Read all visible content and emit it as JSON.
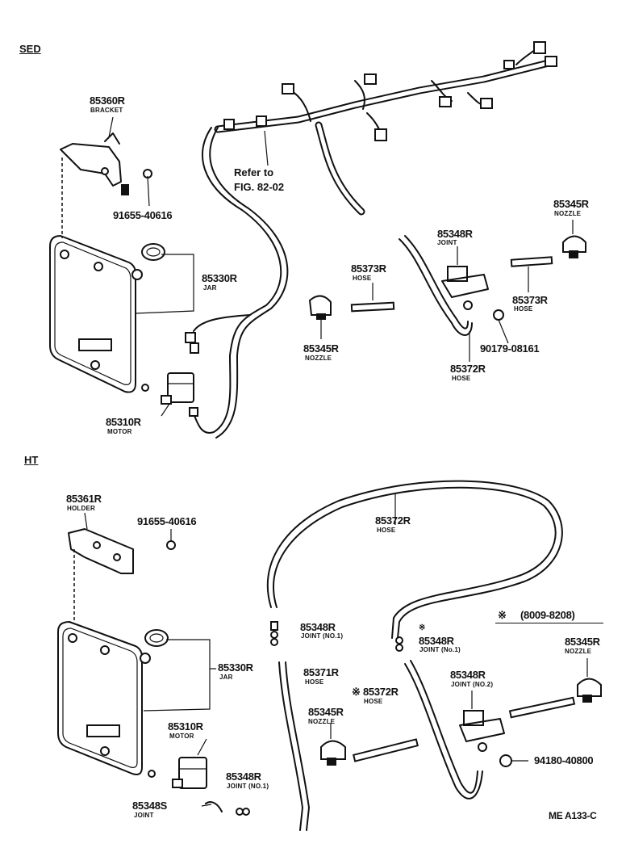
{
  "sections": {
    "sed": "SED",
    "ht": "HT"
  },
  "sed": {
    "bracket_pn": "85360R",
    "bracket_nm": "BRACKET",
    "bolt_pn": "91655-40616",
    "jar_pn": "85330R",
    "jar_nm": "JAR",
    "motor_pn": "85310R",
    "motor_nm": "MOTOR",
    "ref_line1": "Refer to",
    "ref_line2": "FIG. 82-02",
    "hose_a_pn": "85373R",
    "hose_a_nm": "HOSE",
    "nozzle_a_pn": "85345R",
    "nozzle_a_nm": "NOZZLE",
    "joint_pn": "85348R",
    "joint_nm": "JOINT",
    "hose_b_pn": "85372R",
    "hose_b_nm": "HOSE",
    "nozzle_b_pn": "85345R",
    "nozzle_b_nm": "NOZZLE",
    "hose_c_pn": "85373R",
    "hose_c_nm": "HOSE",
    "clip_pn": "90179-08161"
  },
  "ht": {
    "holder_pn": "85361R",
    "holder_nm": "HOLDER",
    "bolt_pn": "91655-40616",
    "jar_pn": "85330R",
    "jar_nm": "JAR",
    "motor_pn": "85310R",
    "motor_nm": "MOTOR",
    "joint_s_pn": "85348S",
    "joint_s_nm": "JOINT",
    "joint_no1_low_pn": "85348R",
    "joint_no1_low_nm": "JOINT (NO.1)",
    "long_hose_pn": "85372R",
    "long_hose_nm": "HOSE",
    "joint_no1_a_pn": "85348R",
    "joint_no1_a_nm": "JOINT (NO.1)",
    "hose_371_pn": "85371R",
    "hose_371_nm": "HOSE",
    "nozzle_l_pn": "85345R",
    "nozzle_l_nm": "NOZZLE",
    "note_mark": "※",
    "note_range": "(8009-8208)",
    "joint_no1_b_pn": "85348R",
    "joint_no1_b_nm": "JOINT (No.1)",
    "hose_372_pn": "85372R",
    "hose_372_nm": "HOSE",
    "joint_no2_pn": "85348R",
    "joint_no2_nm": "JOINT (NO.2)",
    "nozzle_r_pn": "85345R",
    "nozzle_r_nm": "NOZZLE",
    "clip_pn": "94180-40800"
  },
  "figure_code": "ME A133-C"
}
